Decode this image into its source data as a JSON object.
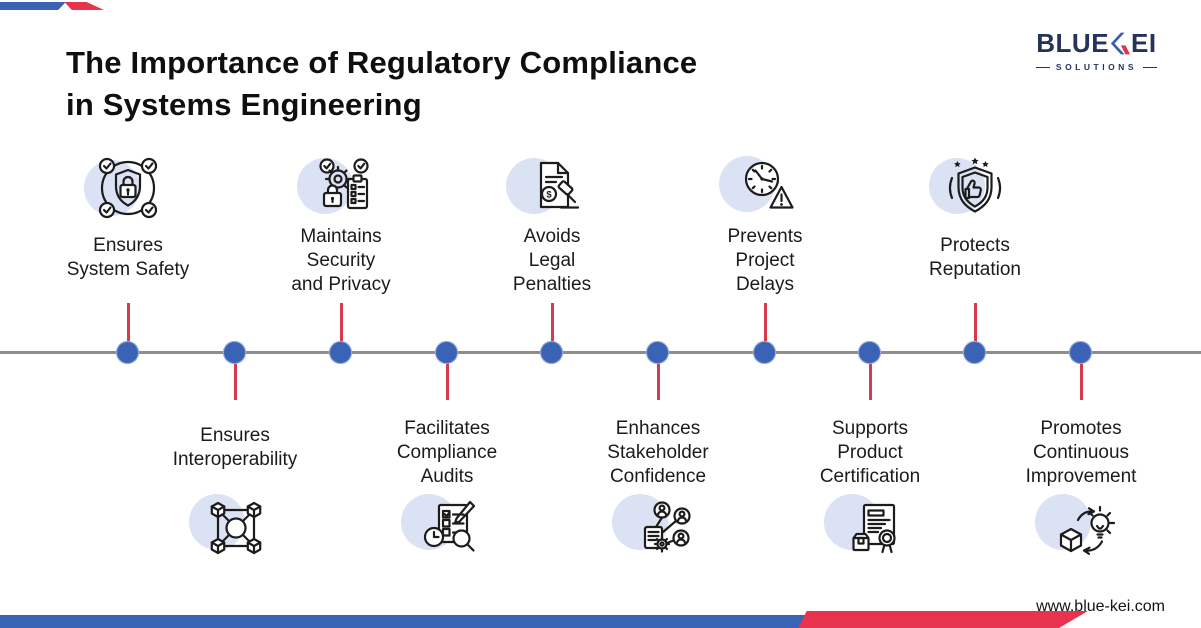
{
  "header": {
    "title": "The Importance of Regulatory Compliance\nin Systems Engineering"
  },
  "logo": {
    "brand_part1": "BLUE",
    "brand_part2": "EI",
    "tagline": "SOLUTIONS"
  },
  "timeline": {
    "items": [
      {
        "id": "ensures-system-safety",
        "label": "Ensures\nSystem Safety",
        "position": "above",
        "icon": "shield-lock-checks-icon"
      },
      {
        "id": "ensures-interoperability",
        "label": "Ensures\nInteroperability",
        "position": "below",
        "icon": "network-cubes-icon"
      },
      {
        "id": "maintains-security-and-privacy",
        "label": "Maintains\nSecurity\nand Privacy",
        "position": "above",
        "icon": "gear-lock-checklist-icon"
      },
      {
        "id": "facilitates-compliance-audits",
        "label": "Facilitates\nCompliance\nAudits",
        "position": "below",
        "icon": "audit-checklist-magnifier-icon"
      },
      {
        "id": "avoids-legal-penalties",
        "label": "Avoids\nLegal\nPenalties",
        "position": "above",
        "icon": "legal-document-gavel-icon"
      },
      {
        "id": "enhances-stakeholder-confidence",
        "label": "Enhances\nStakeholder\nConfidence",
        "position": "below",
        "icon": "stakeholder-network-icon"
      },
      {
        "id": "prevents-project-delays",
        "label": "Prevents\nProject\nDelays",
        "position": "above",
        "icon": "clock-warning-icon"
      },
      {
        "id": "supports-product-certification",
        "label": "Supports\nProduct\nCertification",
        "position": "below",
        "icon": "certificate-seal-box-icon"
      },
      {
        "id": "protects-reputation",
        "label": "Protects\nReputation",
        "position": "above",
        "icon": "thumbs-up-shield-icon"
      },
      {
        "id": "promotes-continuous-improvement",
        "label": "Promotes\nContinuous\nImprovement",
        "position": "below",
        "icon": "box-bulb-cycle-icon"
      }
    ]
  },
  "footer": {
    "website": "www.blue-kei.com"
  },
  "colors": {
    "accent_blue": "#3a63b5",
    "accent_red": "#e8334e",
    "connector_red": "#d63a4e",
    "line_gray": "#8d8d8d",
    "icon_circle_bg": "#dae2f3",
    "logo_navy": "#24335a"
  }
}
